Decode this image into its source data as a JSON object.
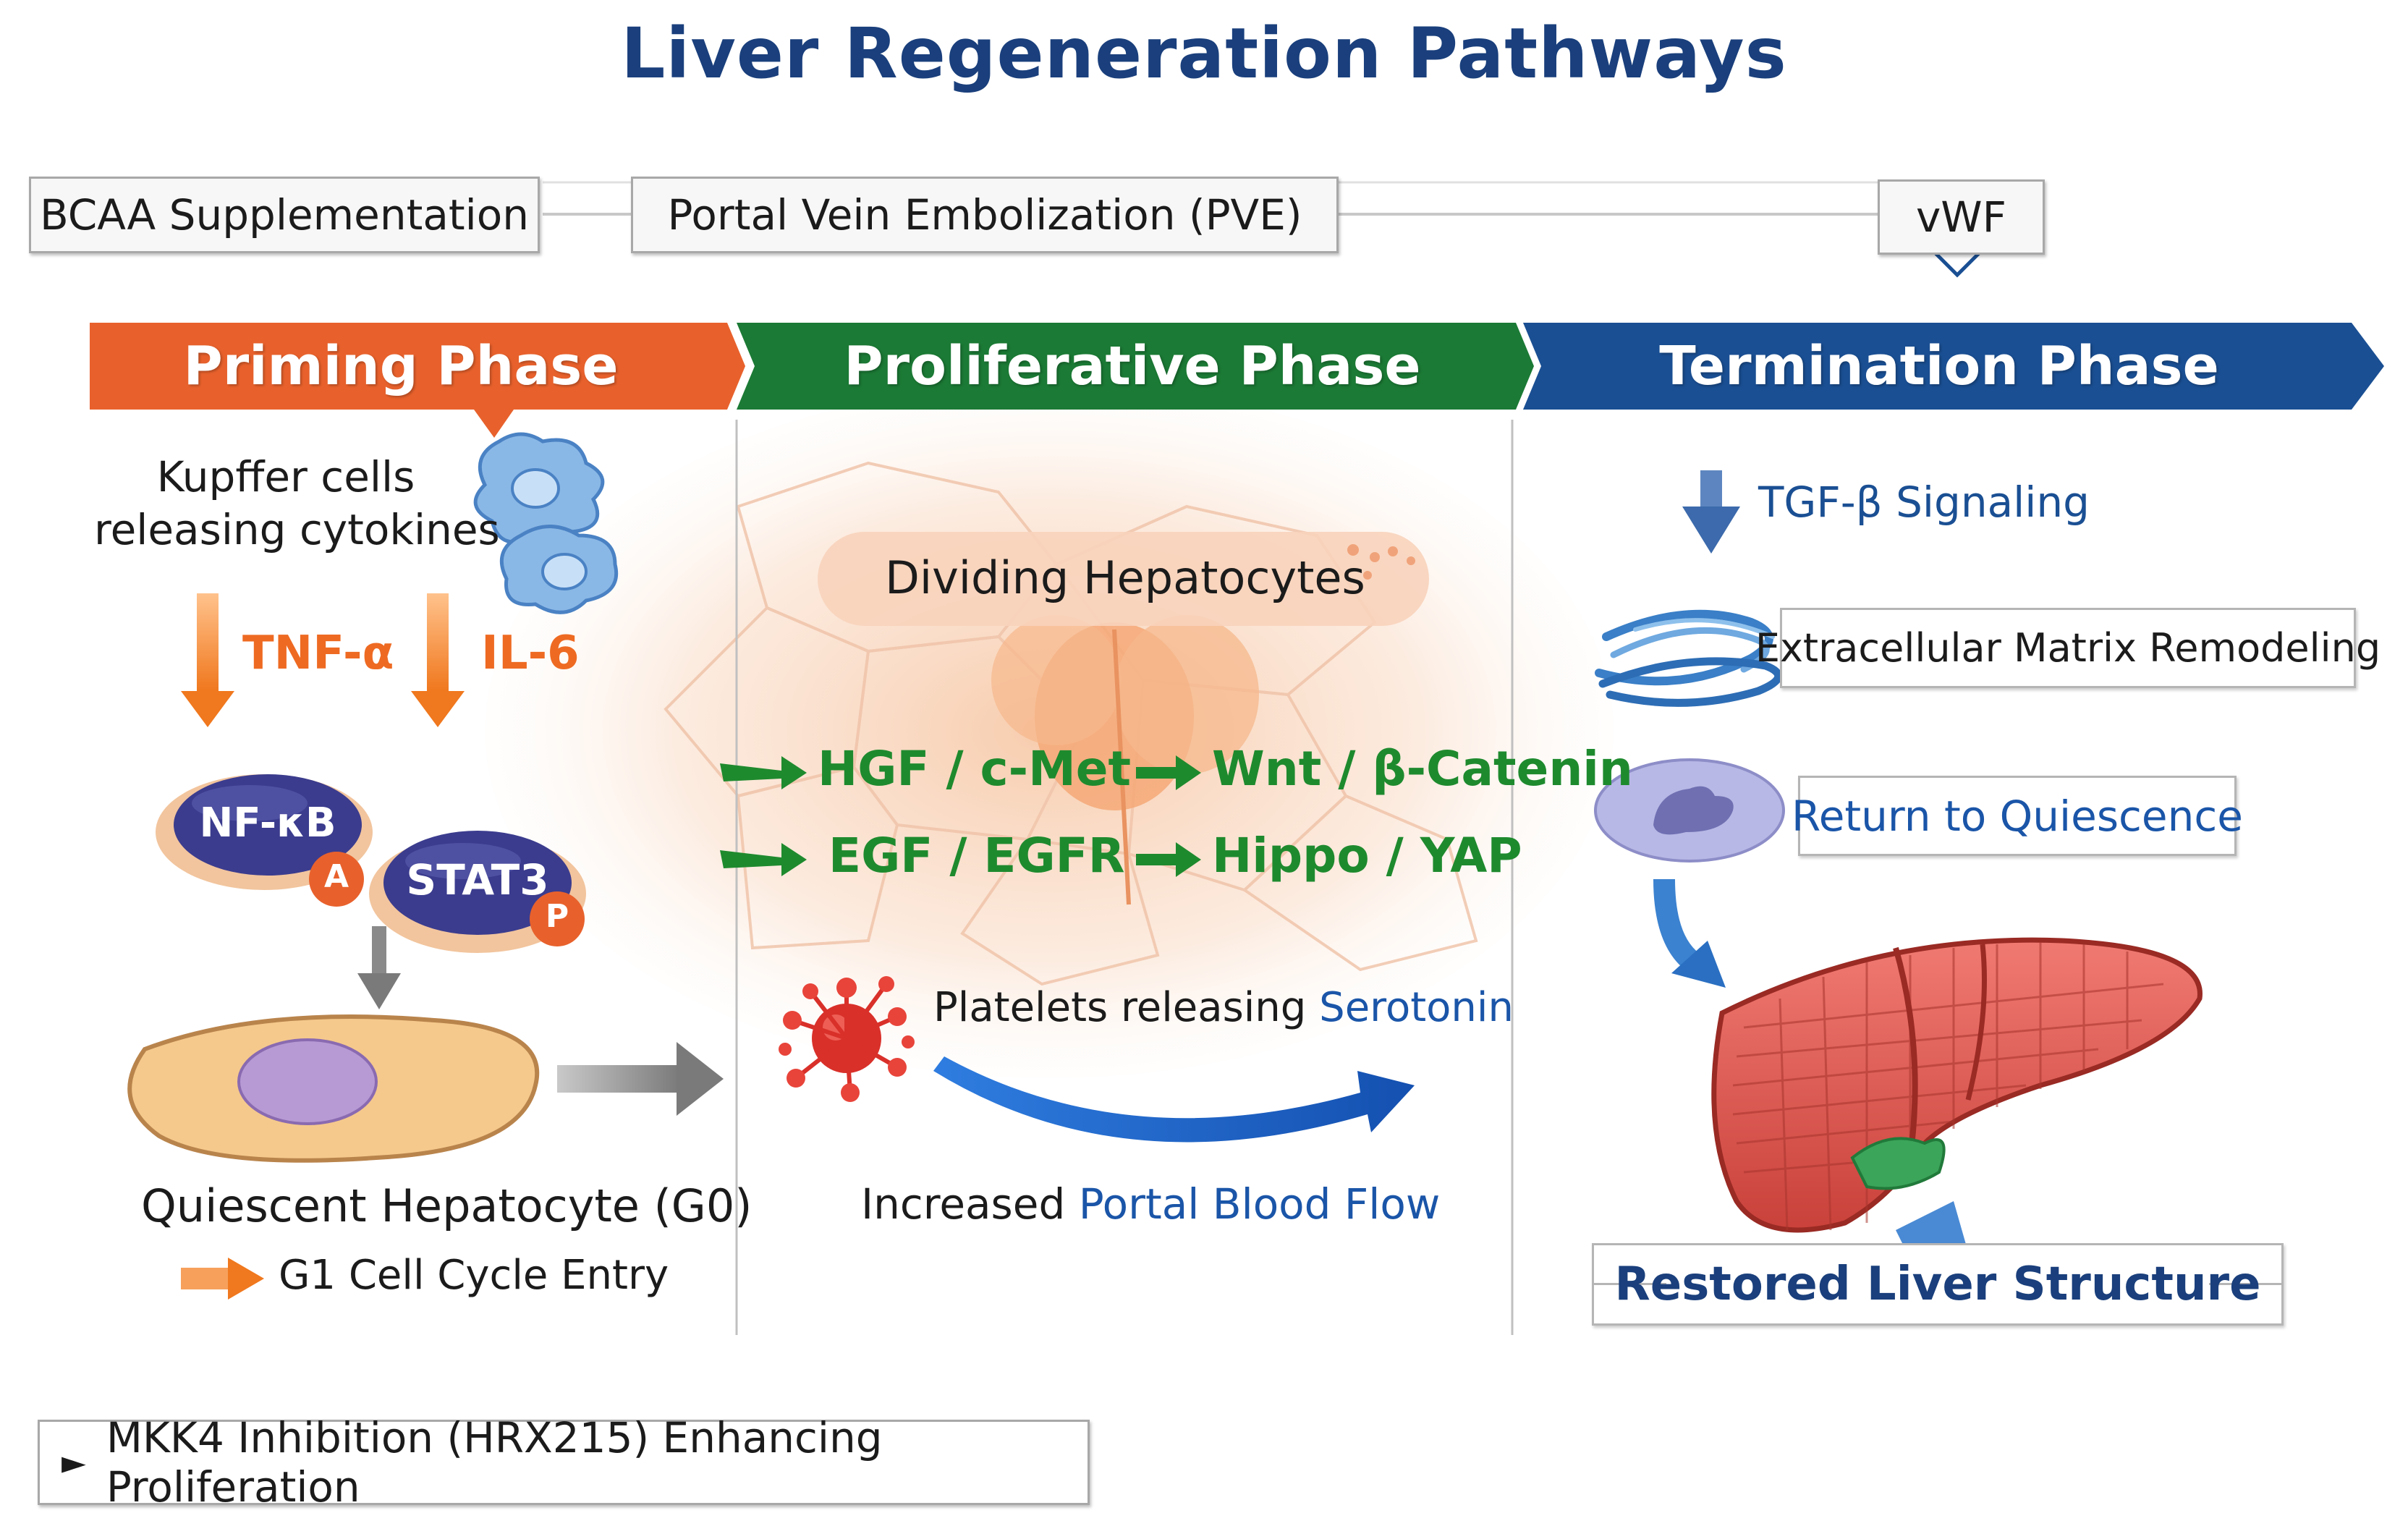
{
  "title": "Liver Regeneration Pathways",
  "top_boxes": {
    "bcaa": "BCAA Supplementation",
    "pve": "Portal Vein Embolization (PVE)",
    "vwf": "vWF"
  },
  "phases": {
    "priming": "Priming Phase",
    "proliferative": "Proliferative Phase",
    "termination": "Termination Phase"
  },
  "colors": {
    "priming": "#e8612c",
    "proliferative": "#1b7a35",
    "termination": "#1a4f93",
    "title": "#1a3f7c",
    "pathway_green": "#1e8a2e",
    "cytokine_orange": "#ee6a22",
    "blue_text": "#1a55a8"
  },
  "priming": {
    "kupffer_line1": "Kupffer cells",
    "kupffer_line2": "releasing cytokines",
    "tnf": "TNF-α",
    "il6": "IL-6",
    "nfkb": "NF-κB",
    "nfkb_badge": "A",
    "stat3": "STAT3",
    "stat3_badge": "P",
    "quiescent": "Quiescent Hepatocyte (G0)",
    "g1": "G1 Cell Cycle Entry"
  },
  "proliferative": {
    "dividing": "Dividing Hepatocytes",
    "hgf": "HGF / c-Met",
    "wnt": "Wnt / β-Catenin",
    "egf": "EGF / EGFR",
    "hippo": "Hippo / YAP",
    "platelets_prefix": "Platelets releasing ",
    "serotonin": "Serotonin",
    "increased_prefix": "Increased ",
    "portal_blood_flow": "Portal Blood Flow"
  },
  "termination": {
    "tgf": "TGF-β Signaling",
    "ecm": "Extracellular Matrix Remodeling",
    "quiescence": "Return to Quiescence",
    "restored": "Restored Liver Structure"
  },
  "bottom_box": {
    "arrow": "►",
    "text": "MKK4 Inhibition (HRX215) Enhancing Proliferation"
  },
  "icons": [
    "kupffer-cell-icon",
    "arrow-down-icon",
    "hepatocyte-cell-icon",
    "platelet-icon",
    "curved-arrow-icon",
    "ecm-fiber-icon",
    "quiescent-cell-icon",
    "liver-icon"
  ]
}
